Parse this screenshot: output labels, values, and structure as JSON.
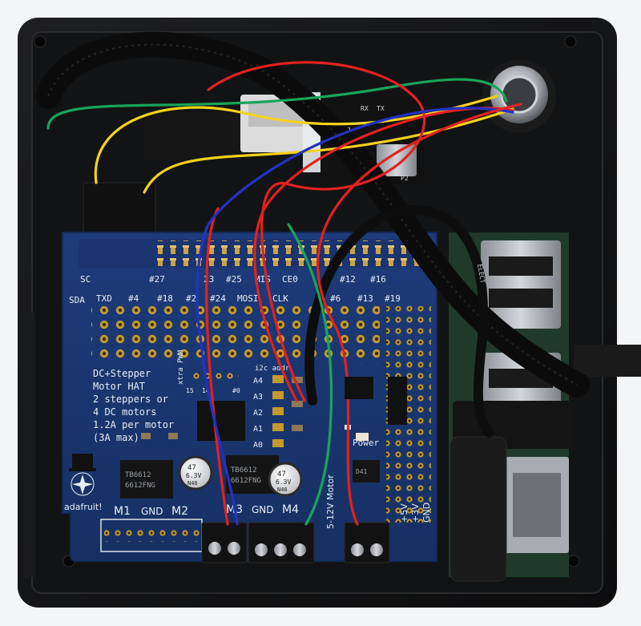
{
  "board": {
    "description_lines": [
      "DC+Stepper",
      "Motor HAT",
      "2 steppers or",
      "4 DC motors",
      "1.2A per motor",
      "(3A max)"
    ],
    "brand": "adafruit!",
    "motor_labels": [
      "M1",
      "GND",
      "M2",
      "M3",
      "GND",
      "M4"
    ],
    "power_label": "Power",
    "power_input": "5-12V Motor",
    "supply_pins": [
      "+5V",
      "+3V",
      "GND"
    ],
    "extra_pwm": "xtra PWM",
    "pwm_pins": [
      "15",
      "14",
      "#0"
    ],
    "i2c_label": "i2c addr",
    "addr_pins": [
      "A4",
      "A3",
      "A2",
      "A1",
      "A0"
    ],
    "gpio_top": [
      "SC",
      "#27",
      "23",
      "#25",
      "MIS",
      "CE0",
      "#12",
      "#16"
    ],
    "gpio_mid": [
      "SDA",
      "TXD",
      "#4",
      "#18",
      "#2",
      "#24",
      "MOSI",
      "CLK",
      "#6",
      "#13",
      "#19"
    ]
  },
  "chips": [
    {
      "line1": "TB6612",
      "line2": "6612FNG"
    },
    {
      "line1": "TB6612",
      "line2": "6612FNG"
    }
  ],
  "capacitors": [
    {
      "line1": "47",
      "line2": "6.3V",
      "line3": "N46"
    },
    {
      "line1": "47",
      "line2": "6.3V",
      "line3": "N46"
    }
  ],
  "camera_module": {
    "labels": [
      "RX",
      "TX",
      "C3",
      "P2"
    ]
  },
  "cable_print": "ELECT",
  "regulator": "D41"
}
